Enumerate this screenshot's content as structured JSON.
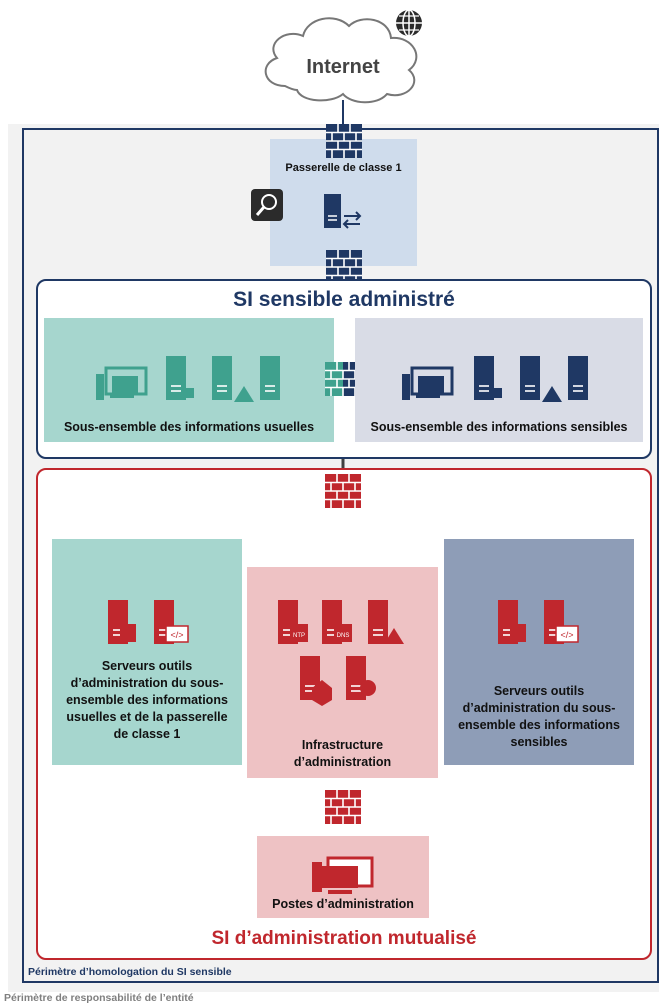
{
  "internet": {
    "label": "Internet",
    "icon": "globe-icon"
  },
  "gateway": {
    "label": "Passerelle de classe 1",
    "icons": [
      "magnifier-icon",
      "gateway-server-icon"
    ]
  },
  "si_sensible": {
    "title": "SI sensible administré",
    "usual": {
      "label": "Sous-ensemble des informations usuelles"
    },
    "sensitive": {
      "label": "Sous-ensemble des informations sensibles"
    }
  },
  "si_admin": {
    "title": "SI d’administration mutualisé",
    "tools_usual": {
      "label": "Serveurs outils d’administration du sous-ensemble des informations usuelles et de la passerelle de classe 1"
    },
    "infra": {
      "label": "Infrastructure d’administration",
      "badges": [
        "NTP",
        "DNS"
      ]
    },
    "tools_sensitive": {
      "label": "Serveurs outils d’administration du sous-ensemble des informations sensibles"
    },
    "workstations": {
      "label": "Postes d’administration"
    }
  },
  "perimeters": {
    "homologation": "Périmètre d’homologation du SI sensible",
    "responsabilite": "Périmètre de responsabilité de l’entité"
  },
  "colors": {
    "navy": "#1f3864",
    "teal": "#9fd1c9",
    "teal_icon": "#3fa18e",
    "light_blue": "#cfdcec",
    "lavender": "#d8dbe6",
    "red": "#c0272d",
    "pink": "#eec2c4",
    "slate": "#8e9db7",
    "gray_bg": "#f2f2f2"
  }
}
